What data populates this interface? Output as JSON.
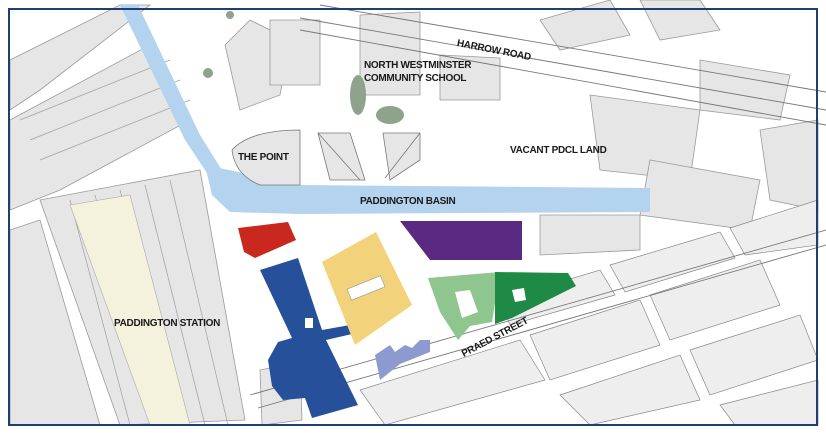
{
  "labels": {
    "harrow_road": "HARROW ROAD",
    "school_line1": "NORTH WESTMINSTER",
    "school_line2": "COMMUNITY SCHOOL",
    "the_point": "THE POINT",
    "vacant_land": "VACANT PDCL LAND",
    "basin": "PADDINGTON BASIN",
    "station": "PADDINGTON STATION",
    "praed_street": "PRAED STREET"
  },
  "colors": {
    "frame": "#1f3f74",
    "water": "#b3d3ee",
    "red_site": "#c8281e",
    "blue_site": "#26509a",
    "yellow_site": "#f2d27a",
    "purple_site": "#5a2a82",
    "light_green_site": "#8fc58e",
    "dark_green_site": "#1f8a45",
    "lavender_site": "#8d9ad0",
    "building": "#e4e4e4",
    "tree": "#8fa38c"
  }
}
